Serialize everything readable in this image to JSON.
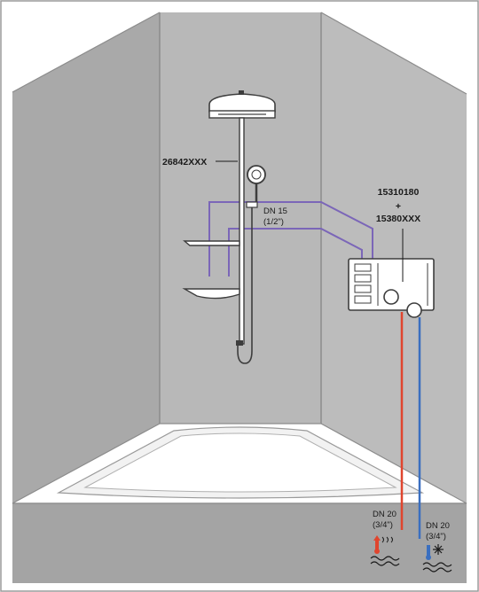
{
  "labels": {
    "shower_model": "26842XXX",
    "thermostat_line1": "15310180",
    "thermostat_plus": "+",
    "thermostat_line2": "15380XXX",
    "dn15": "DN 15",
    "dn15_size": "(1/2\")",
    "hot_dn": "DN 20",
    "hot_size": "(3/4\")",
    "cold_dn": "DN 20",
    "cold_size": "(3/4\")"
  },
  "colors": {
    "wall_back": "#b8b8b8",
    "wall_side": "#bcbcbc",
    "wall_left_shade": "#a9a9a9",
    "bath_front": "#a4a4a4",
    "pipe_purple": "#7b66b8",
    "pipe_hot": "#e0452e",
    "pipe_cold": "#3a6fc0",
    "fixture": "#3d3d3d"
  },
  "icons": {
    "hot": "hot-water-icon",
    "cold": "cold-water-icon"
  }
}
